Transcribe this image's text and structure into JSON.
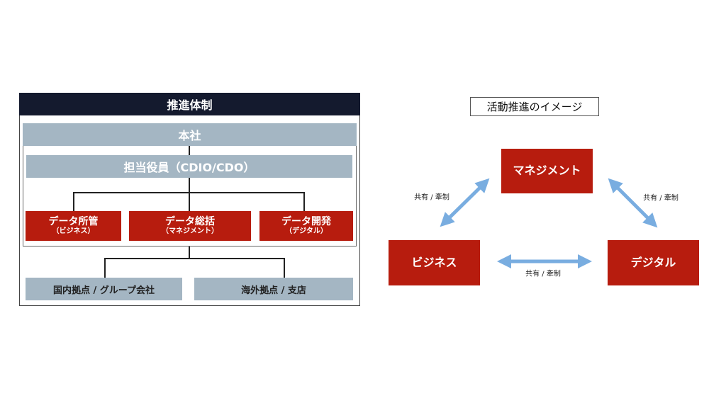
{
  "org": {
    "title": "推進体制",
    "hq": "本社",
    "officer": "担当役員（CDIO/CDO）",
    "units": [
      {
        "name": "データ所管",
        "sub": "（ビジネス）"
      },
      {
        "name": "データ総括",
        "sub": "（マネジメント）"
      },
      {
        "name": "データ開発",
        "sub": "（デジタル）"
      }
    ],
    "branches": [
      "国内拠点 / グループ会社",
      "海外拠点 / 支店"
    ]
  },
  "activity": {
    "title": "活動推進のイメージ",
    "nodes": [
      "マネジメント",
      "ビジネス",
      "デジタル"
    ],
    "link_label": "共有 / 牽制"
  },
  "colors": {
    "header": "#141a2e",
    "gray": "#a4b6c3",
    "red": "#b71c0e",
    "arrow": "#79ade0"
  }
}
